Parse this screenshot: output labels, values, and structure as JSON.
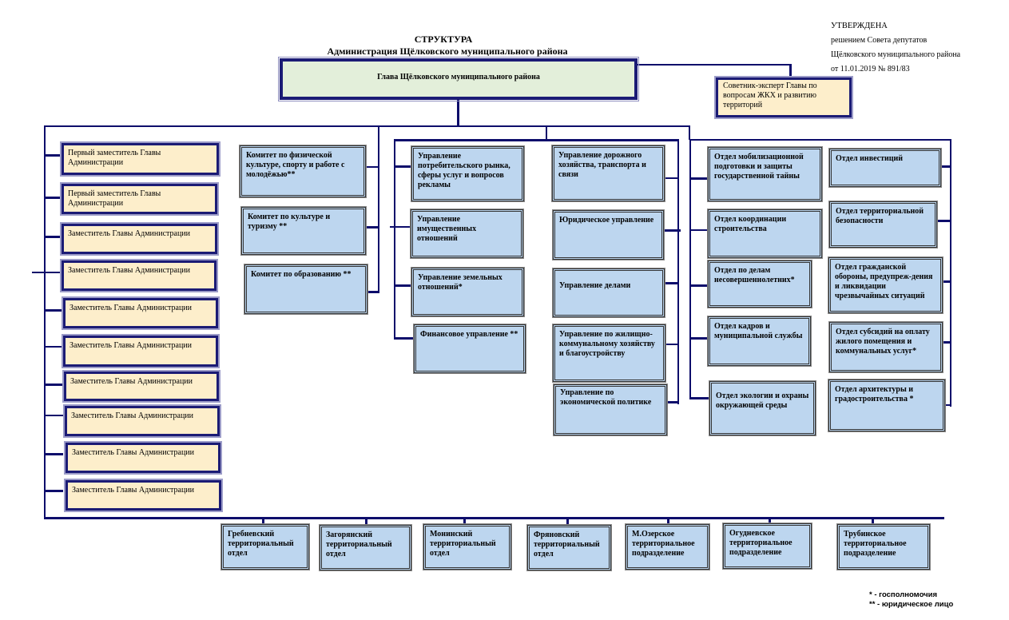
{
  "header": {
    "title": "СТРУКТУРА",
    "subtitle": "Администрация Щёлковского муниципального района"
  },
  "approved": {
    "line1": "УТВЕРЖДЕНА",
    "line2": "решением Совета депутатов",
    "line3": "Щёлковского муниципального района",
    "line4": "от 11.01.2019 № 891/83"
  },
  "head": "Глава Щёлковского муниципального района",
  "advisor": "Советник-эксперт Главы по вопросам ЖКХ и развитию территорий",
  "deputies": [
    "Первый заместитель Главы Администрации",
    "Первый заместитель Главы Администрации",
    "Заместитель Главы Администрации",
    "Заместитель Главы Администрации",
    "Заместитель Главы Администрации",
    "Заместитель Главы Администрации",
    "Заместитель Главы Администрации",
    "Заместитель Главы Администрации",
    "Заместитель Главы Администрации",
    "Заместитель Главы Администрации"
  ],
  "committees": [
    "Комитет  по физической культуре,  спорту и работе с молодёжью**",
    "Комитет по культуре и туризму **",
    "Комитет по образованию **"
  ],
  "departments_col1": [
    "Управление потребительского рынка, сферы услуг и вопросов рекламы",
    "Управление имущественных отношений",
    "Управление  земельных отношений*",
    "Финансовое управление **"
  ],
  "departments_col2": [
    "Управление дорожного хозяйства, транспорта и связи",
    "Юридическое управление",
    "Управление делами",
    "Управление по жилищно-коммунальному хозяйству и благоустройству",
    "Управление по экономической политике"
  ],
  "divisions_col1": [
    "Отдел мобилизационной подготовки и защиты государственной тайны",
    "Отдел координации строительства",
    "Отдел по делам несовершеннолетних*",
    "Отдел кадров и муниципальной службы",
    "Отдел экологии и охраны окружающей среды"
  ],
  "divisions_col2": [
    "Отдел инвестиций",
    "Отдел территориальной безопасности",
    "Отдел гражданской обороны, предупреж-дения и ликвидации чрезвычайных ситуаций",
    "Отдел субсидий на оплату жилого помещения и коммунальных услуг*",
    "Отдел архитектуры и градостроительства *"
  ],
  "territorial": [
    "Гребневский территориальный отдел",
    "Загорянский территориальный отдел",
    "Монинский территориальный отдел",
    "Фряновский территориальный отдел",
    "М.Озерское территориальное подразделение",
    "Огудневское территориальное подразделение",
    "Трубинское территориальное подразделение"
  ],
  "legend": {
    "single": "* - госполномочия",
    "double": "** - юридическое лицо"
  }
}
